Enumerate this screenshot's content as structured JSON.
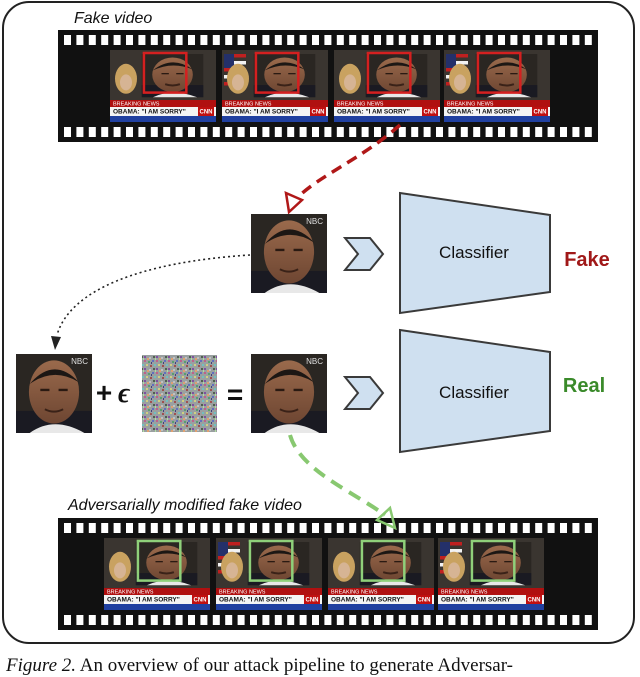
{
  "top_strip": {
    "label": "Fake video"
  },
  "bottom_strip": {
    "label": "Adversarially modified fake video"
  },
  "classifiers": [
    {
      "label": "Classifier",
      "output": "Fake",
      "output_color": "#a01818"
    },
    {
      "label": "Classifier",
      "output": "Real",
      "output_color": "#3a8a2a"
    }
  ],
  "equation": {
    "plus": "+",
    "epsilon": "ϵ",
    "equals": "="
  },
  "frame_overlays": {
    "banner_top": "BREAKING NEWS",
    "banner_main": "OBAMA: \"I AM SORRY\"",
    "network": "CNN",
    "corner_tag": "NBC"
  },
  "colors": {
    "fake_box": "#d42020",
    "real_box": "#8fd07a",
    "fake_arrow": "#b01818",
    "real_arrow": "#88c870",
    "classifier_fill": "#cfe0f0",
    "classifier_stroke": "#3a3a3a"
  },
  "caption": {
    "figure_label": "Figure 2.",
    "text": "An overview of our attack pipeline to generate Adversar-"
  }
}
